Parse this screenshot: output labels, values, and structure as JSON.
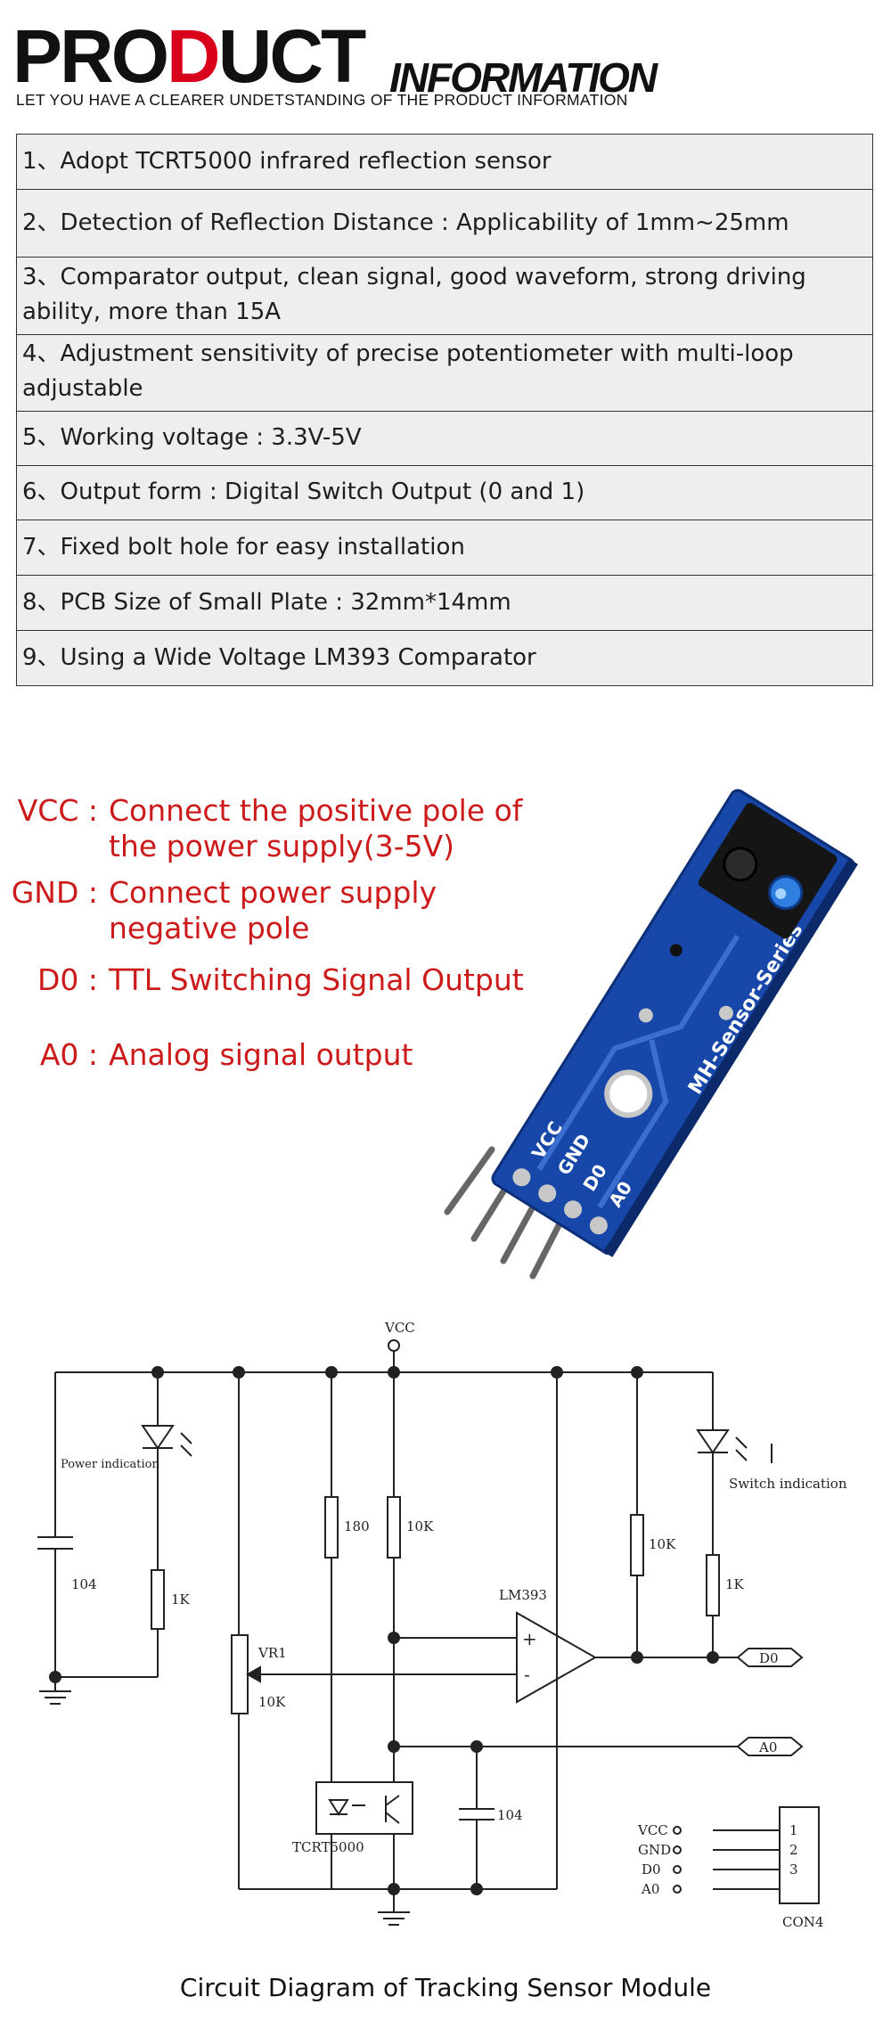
{
  "header": {
    "title_part1": "PRO",
    "title_accent": "D",
    "title_part2": "UCT",
    "title_small": "INFORMATION",
    "subtitle": "LET YOU HAVE A CLEARER UNDETSTANDING OF THE PRODUCT INFORMATION"
  },
  "features": [
    "1、Adopt TCRT5000 infrared reflection sensor",
    "2、Detection of Reflection Distance : Applicability of 1mm~25mm",
    "3、Comparator output, clean signal, good waveform, strong driving ability, more than 15A",
    "4、Adjustment sensitivity of precise potentiometer with multi-loop adjustable",
    "5、Working voltage : 3.3V-5V",
    "6、Output form : Digital Switch Output (0 and 1)",
    "7、Fixed bolt hole for easy installation",
    "8、PCB Size of Small Plate : 32mm*14mm",
    "9、Using a Wide Voltage LM393 Comparator"
  ],
  "pins": [
    {
      "label": "VCC :",
      "text": "Connect the positive pole of the power supply(3-5V)"
    },
    {
      "label": "GND :",
      "text": "Connect power supply negative pole"
    },
    {
      "label": "D0 :",
      "text": "TTL Switching Signal Output"
    },
    {
      "label": "A0 :",
      "text": "Analog signal output"
    }
  ],
  "board": {
    "series_label": "MH-Sensor-Series",
    "pin_labels": [
      "VCC",
      "GND",
      "D0",
      "A0"
    ]
  },
  "schematic": {
    "vcc_label": "VCC",
    "power_indication": "Power indication",
    "switch_indication": "Switch indication",
    "cap1": "104",
    "r_1k_left": "1K",
    "r_180": "180",
    "r_10k_a": "10K",
    "r_10k_b": "10K",
    "r_1k_right": "1K",
    "vr_name": "VR1",
    "vr_value": "10K",
    "comparator": "LM393",
    "plus": "+",
    "minus": "-",
    "out_d0": "D0",
    "out_a0": "A0",
    "sensor_name": "TCRT5000",
    "cap2": "104",
    "conn_pins": [
      "VCC",
      "GND",
      "D0",
      "A0"
    ],
    "conn_nums": [
      "1",
      "2",
      "3"
    ],
    "conn_name": "CON4"
  },
  "caption": "Circuit Diagram of Tracking Sensor Module",
  "colors": {
    "accent_red": "#d9001b",
    "pin_text_red": "#cc1a1a",
    "board_blue": "#1747a8",
    "row_bg": "#eeeeee"
  }
}
